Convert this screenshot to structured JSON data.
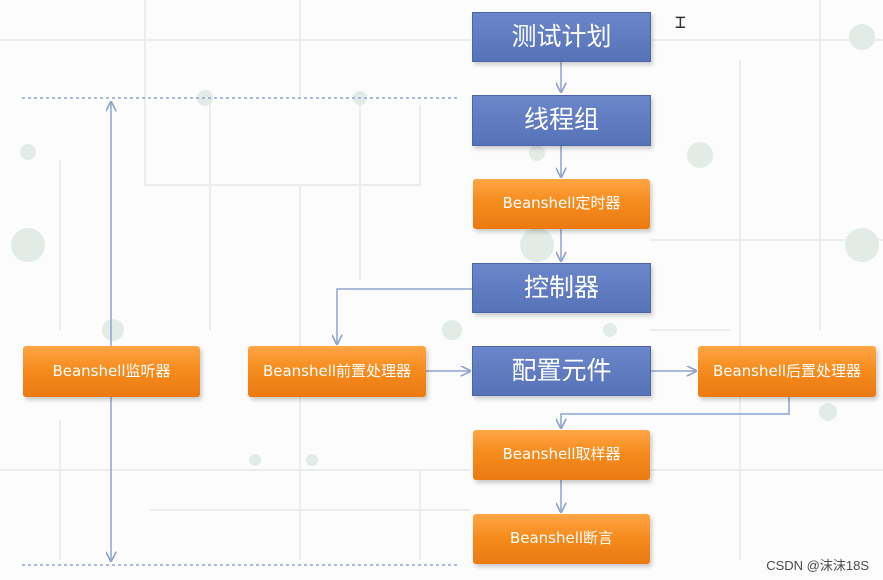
{
  "diagram": {
    "nodes": {
      "test_plan": "测试计划",
      "thread_group": "线程组",
      "timer": "Beanshell定时器",
      "controller": "控制器",
      "pre_processor": "Beanshell前置处理器",
      "config_element": "配置元件",
      "post_processor": "Beanshell后置处理器",
      "sampler": "Beanshell取样器",
      "assertion": "Beanshell断言",
      "listener": "Beanshell监听器"
    },
    "colors": {
      "primary_node": "#5b77bd",
      "secondary_node": "#f5891d",
      "connector": "#8fa3d0"
    }
  },
  "watermark": "CSDN @沫沫18S"
}
